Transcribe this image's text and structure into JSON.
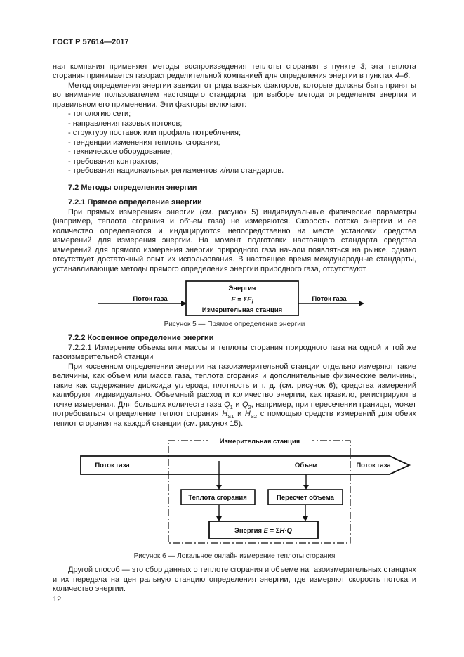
{
  "page": {
    "header": "ГОСТ Р 57614—2017",
    "number": "12"
  },
  "content": {
    "p1": {
      "t1": "ная компания применяет методы воспроизведения теплоты сгорания в пункте ",
      "i1": "3",
      "t2": "; эта теплота сгорания принимается газораспределительной компанией для определения энергии в пунктах ",
      "i2": "4–6",
      "t3": "."
    },
    "p2": "Метод определения энергии зависит от ряда важных факторов, которые должны быть приняты во внимание пользователем настоящего стандарта при выборе метода определения энергии и правиль­ном его применении. Эти факторы включают:",
    "list": [
      "- топологию сети;",
      "- направления газовых потоков;",
      "- структуру поставок или профиль потребления;",
      "- тенденции изменения теплоты сгорания;",
      "- техническое оборудование;",
      "- требования контрактов;",
      "- требования национальных регламентов и/или стандартов."
    ],
    "h72": "7.2 Методы определения энергии",
    "h721": "7.2.1 Прямое определение энергии",
    "p3": "При прямых измерениях энергии (см. рисунок 5) индивидуальные физические параметры (например, теплота сгорания и объем газа) не измеряются. Скорость потока энергии и ее количество определяются и индицируются непосредственно на месте установки средства измерений для измерения энергии. На момент подготовки настоящего стандарта средства измерений для прямого измерения энергии при­родного газа начали появляться на рынке, однако отсутствует достаточный опыт их использования. В настоящее время международные стандарты, устанавливающие методы прямого определения энер­гии природного газа, отсутствуют.",
    "h722": "7.2.2 Косвенное определение энергии",
    "p4": "7.2.2.1 Измерение объема или массы и теплоты сгорания природного газа на одной и той же газо­измерительной станции",
    "p5": {
      "t1": "При косвенном определении энергии на газоизмерительной станции отдельно измеряют такие величины, как объем или масса газа, теплота сгорания и дополнительные физические величины, такие как содержание диоксида углерода, плотность и т. д. (см. рисунок 6); средства измерений калибруют индивидуально. Объемный расход и количество энергии, как правило, регистрируют в точке измере­ния. Для больших количеств газа ",
      "q1": "Q",
      "q1sub": "1",
      "t2": " и ",
      "q2": "Q",
      "q2sub": "2",
      "t3": ", например, при пересечении границы, может потребоваться определение теплот сгорания ",
      "h1": "H",
      "h1sub": "S1",
      "t4": " и ",
      "h2": "H",
      "h2sub": "S2",
      "t5": " с помощью средств измерений для обеих теплот сгорания на каждой станции (см. рисунок 15)."
    },
    "p6": "Другой способ — это сбор данных о теплоте сгорания и объеме на газоизмерительных станциях и их передача на центральную станцию определения энергии, где измеряют скорость потока и количе­ство энергии."
  },
  "fig5": {
    "flow_left": "Поток газа",
    "flow_right": "Поток газа",
    "box_line1": "Энергия",
    "formula": {
      "e1": "E",
      "eq": " = Σ",
      "e2": "E",
      "sub": "i"
    },
    "box_line3": "Измерительная станция",
    "caption": "Рисунок 5 — Прямое определение энергии"
  },
  "fig6": {
    "station_label": "Измерительная станция",
    "flow_left": "Поток газа",
    "volume_label": "Объем",
    "flow_right": "Поток газа",
    "box_heat": "Теплота сгорания",
    "box_conversion": "Пересчет объема",
    "energy": {
      "prefix": "Энергия ",
      "e": "E",
      "eq": " = Σ",
      "h": "H",
      "dot": "·",
      "q": "Q"
    },
    "caption": "Рисунок 6 — Локальное онлайн измерение теплоты сгорания"
  }
}
